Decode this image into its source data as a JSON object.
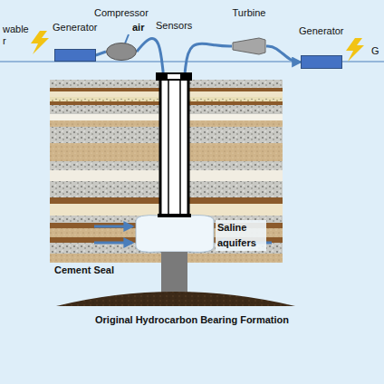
{
  "diagram": {
    "nodes": [
      {
        "text": [
          "Generator"
        ]
      },
      {
        "text": [
          "Compressor"
        ]
      },
      {
        "text": [
          "Sensors"
        ]
      },
      {
        "text": [
          "Turbine"
        ]
      },
      {
        "text": [
          "Generator"
        ]
      }
    ],
    "edges": [
      {
        "from": 0,
        "to": 1,
        "arrow": "none"
      },
      {
        "from": 1,
        "to": 2,
        "arrow": "none"
      },
      {
        "from": 2,
        "to": 3,
        "arrow": "none"
      },
      {
        "from": 3,
        "to": 4,
        "arrow": "to"
      }
    ],
    "labels": [
      "wable r",
      "air",
      "G",
      "Saline aquifers",
      "Cement Seal",
      "Original Hydrocarbon Bearing Formation"
    ]
  }
}
